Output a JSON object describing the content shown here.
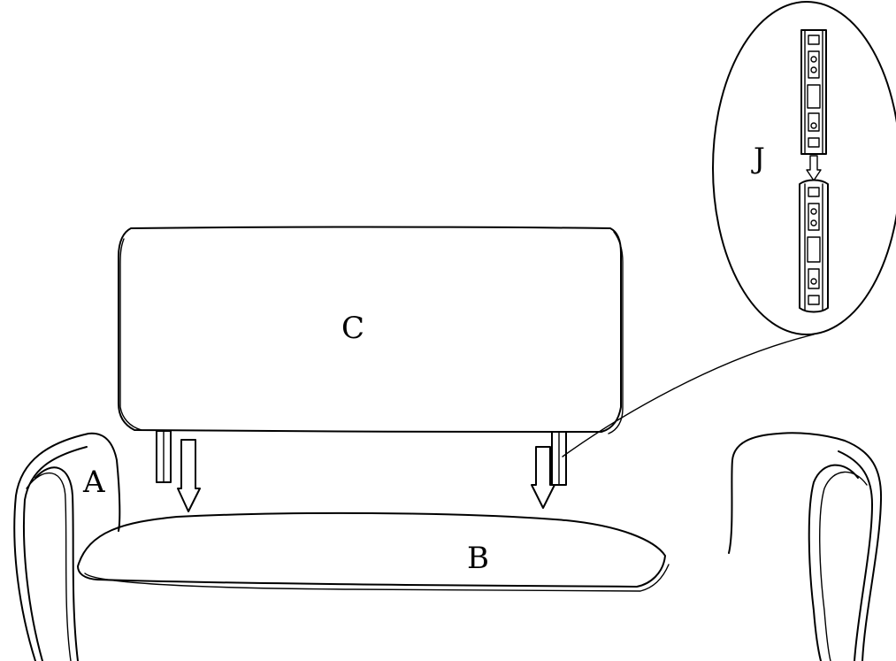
{
  "labels": {
    "armrest": "A",
    "seat_cushion": "B",
    "backrest": "C",
    "connector_detail": "J"
  },
  "colors": {
    "line": "#000000",
    "background": "#ffffff"
  }
}
